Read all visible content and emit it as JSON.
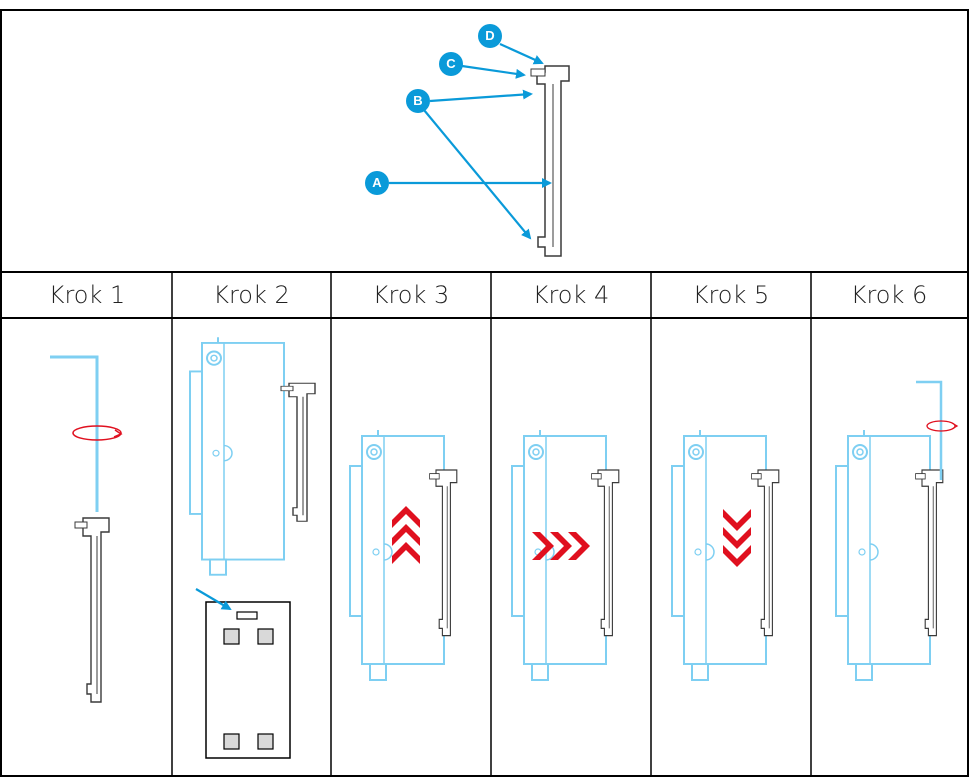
{
  "markers": [
    {
      "id": "a",
      "label": "A"
    },
    {
      "id": "b",
      "label": "B"
    },
    {
      "id": "c",
      "label": "C"
    },
    {
      "id": "d",
      "label": "D"
    }
  ],
  "steps": [
    {
      "label": "Krok 1"
    },
    {
      "label": "Krok 2"
    },
    {
      "label": "Krok 3"
    },
    {
      "label": "Krok 4"
    },
    {
      "label": "Krok 5"
    },
    {
      "label": "Krok 6"
    }
  ],
  "colors": {
    "accent_blue": "#0a9ad9",
    "device_blue": "#7ecff2",
    "arrow_red": "#e0101f",
    "outline": "#3a3a3a"
  }
}
